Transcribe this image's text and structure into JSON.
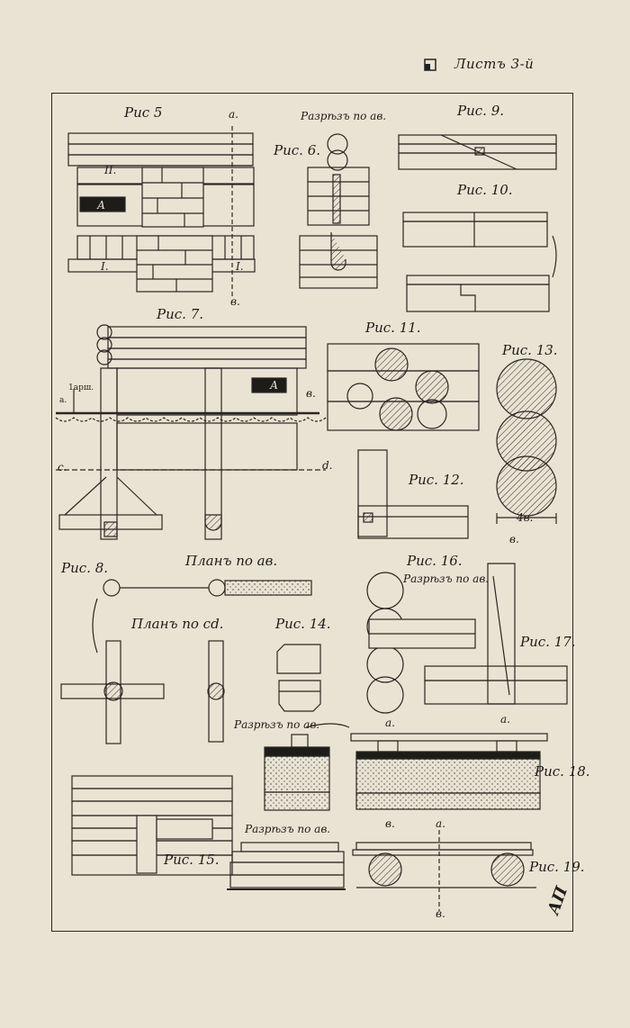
{
  "header": {
    "sheet_label": "Листъ 3-й"
  },
  "figures": {
    "fig5": "Рис 5",
    "fig6": "Рис. 6.",
    "fig6_caption": "Разрѣзъ по ав.",
    "fig7": "Рис. 7.",
    "fig7_dim": "1арш.",
    "fig8": "Рис. 8.",
    "fig8_plan_ab": "Планъ по ав.",
    "fig8_plan_cd": "Планъ по cd.",
    "fig9": "Рис. 9.",
    "fig10": "Рис. 10.",
    "fig11": "Рис. 11.",
    "fig12": "Рис. 12.",
    "fig13": "Рис. 13.",
    "fig13_dim": "4в.",
    "fig14": "Рис. 14.",
    "fig15": "Рис. 15.",
    "fig15_caption": "Разрѣзъ по ав.",
    "fig16": "Рис. 16.",
    "fig16_caption": "Разрѣзъ по ав.",
    "fig17": "Рис. 17.",
    "fig18": "Рис. 18.",
    "fig18_caption": "Разрѣзъ по ав.",
    "fig19": "Рис. 19."
  },
  "letters": {
    "a": "а.",
    "b": "в.",
    "c": "с.",
    "d": "d.",
    "A": "А",
    "I": "I.",
    "II": "II."
  },
  "signature": "АП"
}
